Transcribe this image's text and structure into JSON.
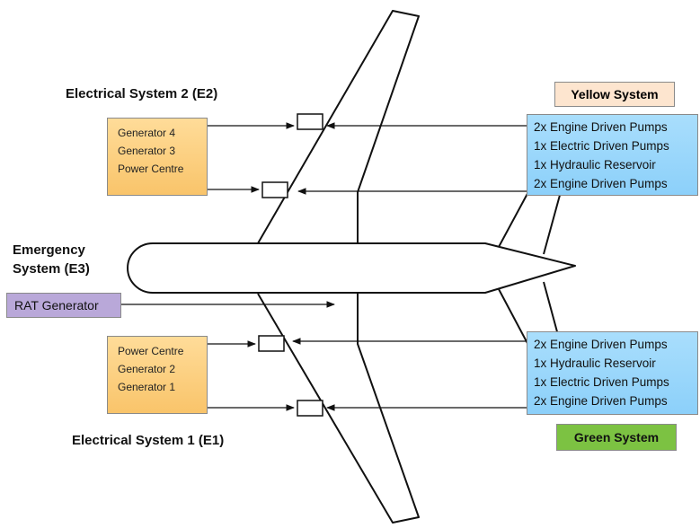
{
  "labels": {
    "e2_title": "Electrical System 2 (E2)",
    "e1_title": "Electrical System 1 (E1)",
    "emergency_line1": "Emergency",
    "emergency_line2": "System (E3)"
  },
  "e2_box": {
    "lines": [
      "Generator 4",
      "Generator 3",
      "Power Centre"
    ]
  },
  "e1_box": {
    "lines": [
      "Power Centre",
      "Generator 2",
      "Generator 1"
    ]
  },
  "rat": {
    "label": "RAT Generator"
  },
  "yellow": {
    "title": "Yellow System",
    "lines": [
      "2x Engine Driven Pumps",
      "1x Electric Driven Pumps",
      "1x Hydraulic Reservoir",
      "2x Engine Driven Pumps"
    ]
  },
  "green": {
    "title": "Green System",
    "lines": [
      "2x Engine Driven Pumps",
      "1x Hydraulic Reservoir",
      "1x Electric Driven Pumps",
      "2x Engine Driven Pumps"
    ]
  },
  "colors": {
    "generator_box": "#fcd08a",
    "hydraulic_box": "#9dd8fb",
    "yellow_tag": "#fde5cf",
    "green_tag": "#7cc242",
    "rat_box": "#b9a8d9"
  }
}
